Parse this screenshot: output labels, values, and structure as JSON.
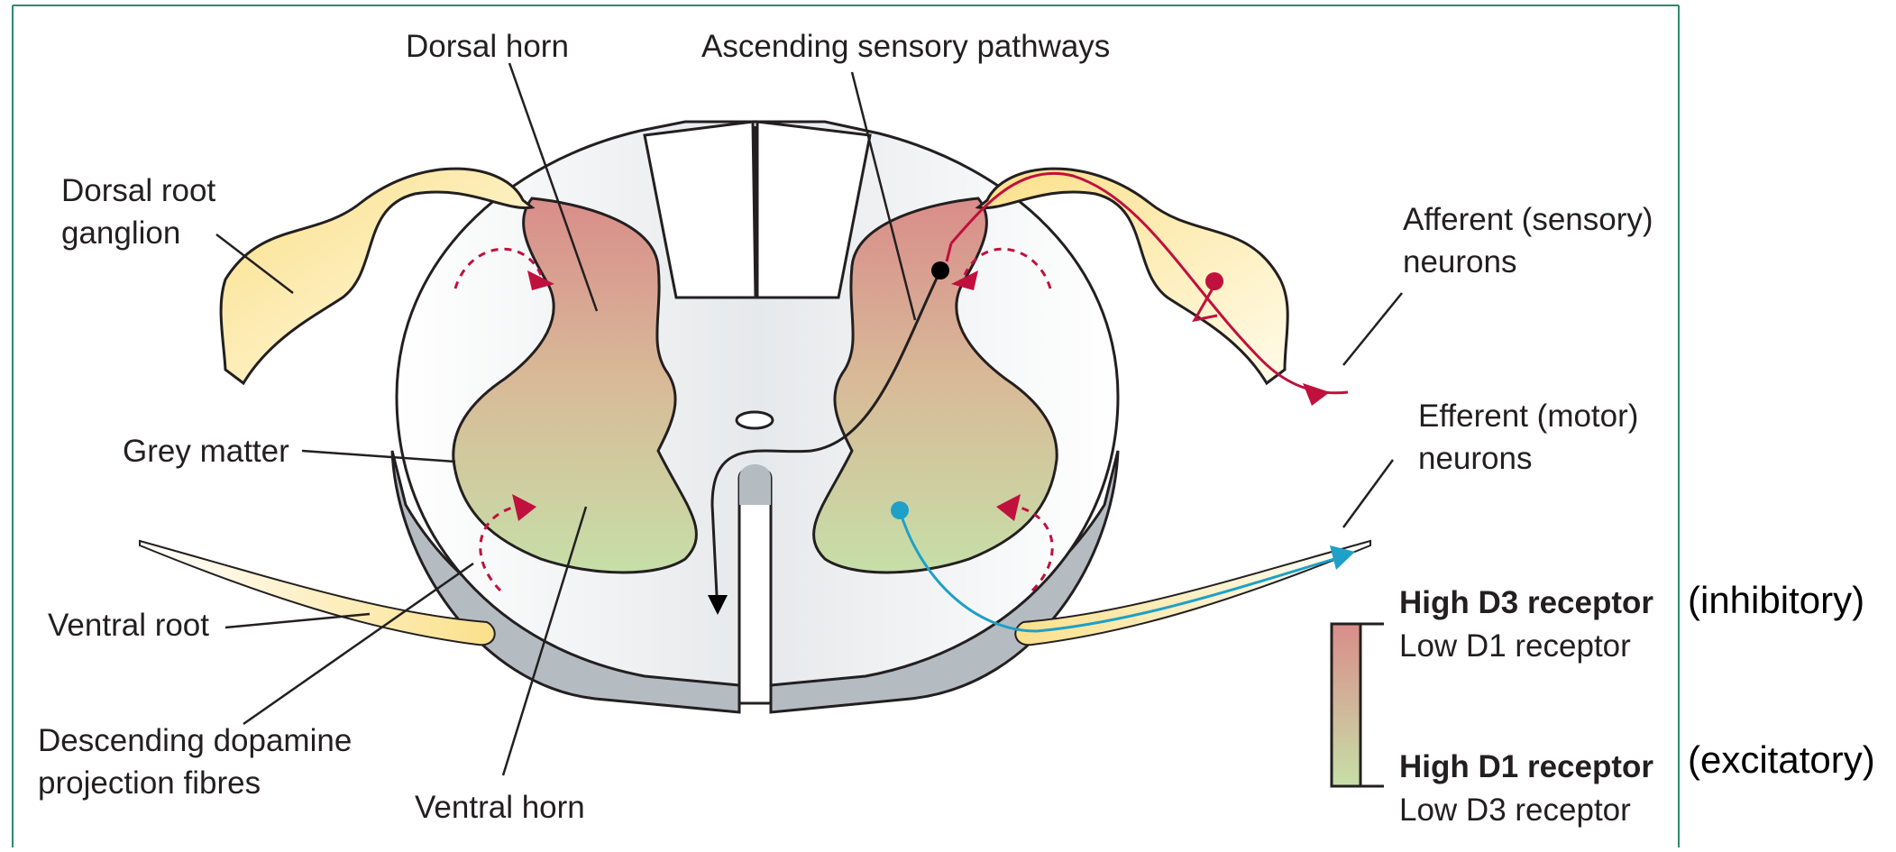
{
  "labels": {
    "dorsal_horn": "Dorsal horn",
    "ascending_sensory_pathways": "Ascending sensory pathways",
    "dorsal_root_ganglion_line1": "Dorsal root",
    "dorsal_root_ganglion_line2": "ganglion",
    "afferent_line1": "Afferent (sensory)",
    "afferent_line2": "neurons",
    "efferent_line1": "Efferent (motor)",
    "efferent_line2": "neurons",
    "grey_matter": "Grey matter",
    "ventral_root": "Ventral root",
    "descending_line1": "Descending dopamine",
    "descending_line2": "projection fibres",
    "ventral_horn": "Ventral horn"
  },
  "legend": {
    "top_bold": "High D3 receptor",
    "top_normal": "Low D1 receptor",
    "bottom_bold": "High D1 receptor",
    "bottom_normal": "Low D3 receptor",
    "inhibitory": "(inhibitory)",
    "excitatory": "(excitatory)"
  },
  "colors": {
    "d3_high": "#d98d8a",
    "d1_high": "#c6dfa8",
    "root_yellow": "#fbe08a",
    "outline": "#231f20",
    "grey_wall": "#b4bcc2",
    "afferent_red": "#c0103d",
    "efferent_blue": "#1ea0c8",
    "frame_green": "#2e8b6a"
  }
}
